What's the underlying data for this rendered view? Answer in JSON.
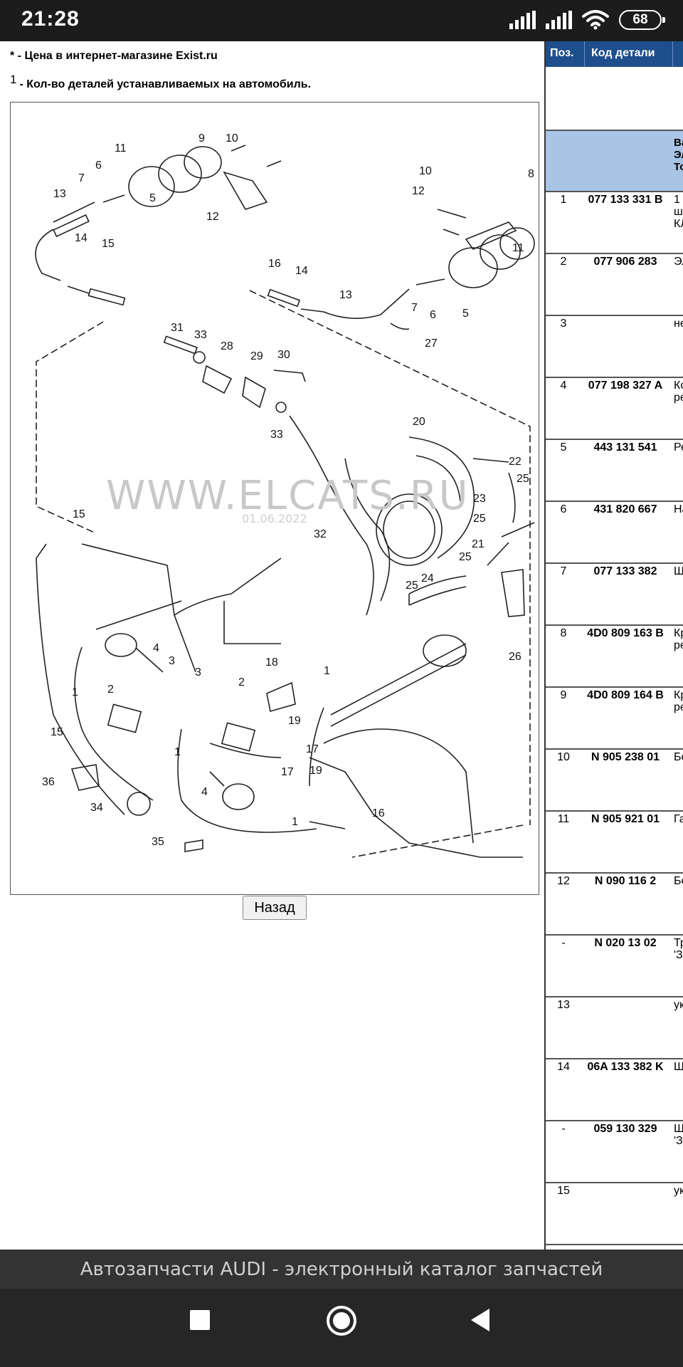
{
  "status_bar": {
    "time": "21:28",
    "battery": "68"
  },
  "notes": {
    "price_note": "* - Цена в интернет-магазине Exist.ru",
    "qty_marker": "1",
    "qty_note": "- Кол-во деталей устанавливаемых на автомобиль."
  },
  "diagram": {
    "watermark": "WWW.ELCATS.RU",
    "watermark_date": "01.06.2022",
    "part_labels": [
      "11",
      "9",
      "10",
      "6",
      "7",
      "13",
      "5",
      "12",
      "14",
      "15",
      "10",
      "8",
      "12",
      "11",
      "16",
      "14",
      "13",
      "7",
      "6",
      "5",
      "27",
      "31",
      "33",
      "28",
      "29",
      "30",
      "33",
      "20",
      "22",
      "25",
      "23",
      "25",
      "21",
      "32",
      "15",
      "25",
      "24",
      "25",
      "26",
      "4",
      "3",
      "1",
      "2",
      "3",
      "18",
      "1",
      "2",
      "19",
      "17",
      "15",
      "1",
      "19",
      "17",
      "36",
      "4",
      "1",
      "34",
      "16",
      "35"
    ]
  },
  "back_button": "Назад",
  "parts_table": {
    "header": {
      "pos": "Поз.",
      "code": "Код детали"
    },
    "group_text": [
      "Ва",
      "Эл",
      "То"
    ],
    "rows": [
      {
        "pos": "1",
        "code": "077 133 331 B",
        "desc": [
          "1",
          "ш",
          "КЛ"
        ]
      },
      {
        "pos": "2",
        "code": "077 906 283",
        "desc": [
          "Эл"
        ]
      },
      {
        "pos": "3",
        "code": "",
        "desc": [
          "не"
        ]
      },
      {
        "pos": "4",
        "code": "077 198 327 A",
        "desc": [
          "Ко",
          "ре"
        ]
      },
      {
        "pos": "5",
        "code": "443 131 541",
        "desc": [
          "Ре"
        ]
      },
      {
        "pos": "6",
        "code": "431 820 667",
        "desc": [
          "На"
        ]
      },
      {
        "pos": "7",
        "code": "077 133 382",
        "desc": [
          "Ш"
        ]
      },
      {
        "pos": "8",
        "code": "4D0 809 163 B",
        "desc": [
          "Кр",
          "ре"
        ]
      },
      {
        "pos": "9",
        "code": "4D0 809 164 B",
        "desc": [
          "Кр",
          "ре"
        ]
      },
      {
        "pos": "10",
        "code": "N 905 238 01",
        "desc": [
          "Бо"
        ]
      },
      {
        "pos": "11",
        "code": "N 905 921 01",
        "desc": [
          "Га"
        ]
      },
      {
        "pos": "12",
        "code": "N 090 116 2",
        "desc": [
          "Бо"
        ]
      },
      {
        "pos": "-",
        "code": "N 020 13 02",
        "desc": [
          "Тр",
          "'З"
        ]
      },
      {
        "pos": "13",
        "code": "",
        "desc": [
          "ук"
        ]
      },
      {
        "pos": "14",
        "code": "06A 133 382 K",
        "desc": [
          "Ш"
        ]
      },
      {
        "pos": "-",
        "code": "059 130 329",
        "desc": [
          "Ш",
          "'З"
        ]
      },
      {
        "pos": "15",
        "code": "",
        "desc": [
          "ук"
        ]
      }
    ]
  },
  "banner": "Автозапчасти AUDI - электронный каталог запчастей"
}
